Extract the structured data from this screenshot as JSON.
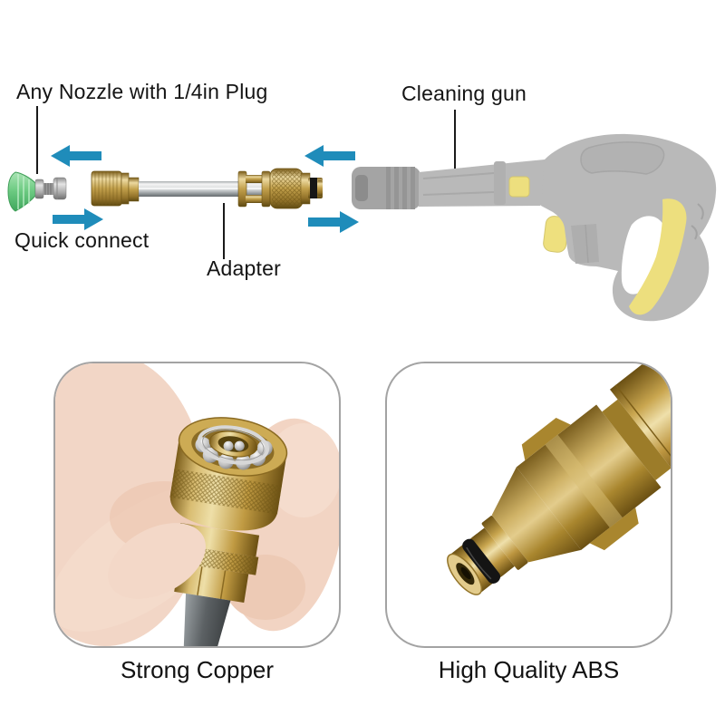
{
  "background": "#ffffff",
  "annotations": {
    "nozzle": "Any Nozzle with 1/4in Plug",
    "cleaning_gun": "Cleaning gun",
    "quick_connect": "Quick connect",
    "adapter": "Adapter"
  },
  "captions": {
    "strong_copper": "Strong Copper",
    "high_quality_abs": "High Quality ABS"
  },
  "arrows": {
    "color": "#1f8cba",
    "items": [
      {
        "position": "nozzle-to-adapter-top",
        "direction": "left"
      },
      {
        "position": "nozzle-to-adapter-bottom",
        "direction": "right"
      },
      {
        "position": "adapter-to-gun-top",
        "direction": "left"
      },
      {
        "position": "adapter-to-gun-bottom",
        "direction": "right"
      }
    ]
  },
  "colors": {
    "text": "#141414",
    "leader_line": "#1a1a1a",
    "arrow_blue": "#1f8cba",
    "panel_border": "#a3a3a3",
    "brass_light": "#ecd9a0",
    "brass_mid": "#c2a04b",
    "brass_dark": "#6e5415",
    "chrome_light": "#f2f2f2",
    "chrome_dark": "#7d8386",
    "gun_gray": "#a8a8a8",
    "gun_yellow": "#e9d85f",
    "nozzle_green": "#6fcc84",
    "o_ring": "#161616",
    "hand_skin": "#f2d6c6"
  }
}
